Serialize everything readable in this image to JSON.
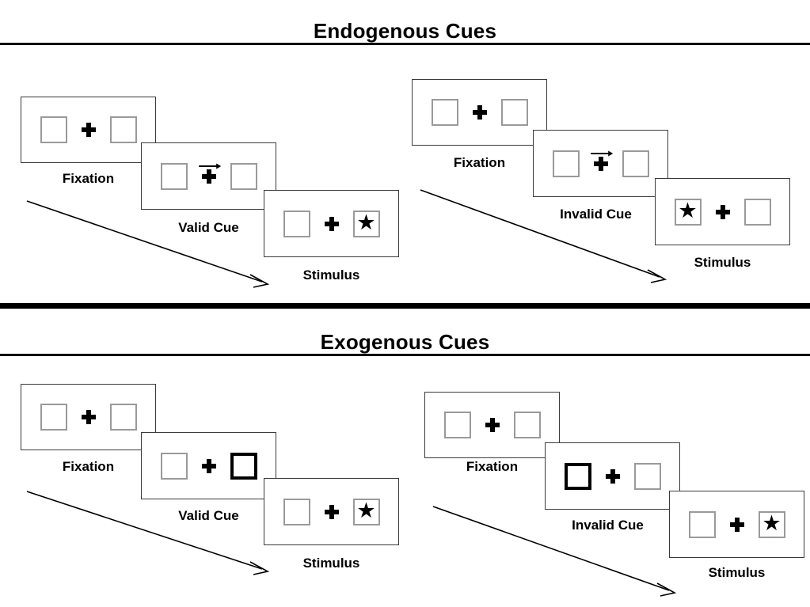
{
  "figure": {
    "title_top": "Endogenous Cues",
    "title_bottom": "Exogenous Cues",
    "star_glyph": "★",
    "colors": {
      "ink": "#000000",
      "frame_border": "#3a3a3a",
      "box_border": "#9a9a9a",
      "cued_box_border": "#000000",
      "background": "#ffffff"
    }
  },
  "sections": [
    {
      "id": "endogenous",
      "title": "Endogenous Cues",
      "cue_type": "arrow",
      "sequences": [
        {
          "id": "endogenous-valid",
          "validity": "valid",
          "panels": [
            {
              "caption": "Fixation",
              "left_box": {
                "cued": false,
                "star": false
              },
              "right_box": {
                "cued": false,
                "star": false
              },
              "arrow_cue": "none"
            },
            {
              "caption": "Valid Cue",
              "left_box": {
                "cued": false,
                "star": false
              },
              "right_box": {
                "cued": false,
                "star": false
              },
              "arrow_cue": "right"
            },
            {
              "caption": "Stimulus",
              "left_box": {
                "cued": false,
                "star": false
              },
              "right_box": {
                "cued": false,
                "star": true
              },
              "arrow_cue": "none"
            }
          ]
        },
        {
          "id": "endogenous-invalid",
          "validity": "invalid",
          "panels": [
            {
              "caption": "Fixation",
              "left_box": {
                "cued": false,
                "star": false
              },
              "right_box": {
                "cued": false,
                "star": false
              },
              "arrow_cue": "none"
            },
            {
              "caption": "Invalid Cue",
              "left_box": {
                "cued": false,
                "star": false
              },
              "right_box": {
                "cued": false,
                "star": false
              },
              "arrow_cue": "right"
            },
            {
              "caption": "Stimulus",
              "left_box": {
                "cued": false,
                "star": true
              },
              "right_box": {
                "cued": false,
                "star": false
              },
              "arrow_cue": "none"
            }
          ]
        }
      ]
    },
    {
      "id": "exogenous",
      "title": "Exogenous Cues",
      "cue_type": "box-highlight",
      "sequences": [
        {
          "id": "exogenous-valid",
          "validity": "valid",
          "panels": [
            {
              "caption": "Fixation",
              "left_box": {
                "cued": false,
                "star": false
              },
              "right_box": {
                "cued": false,
                "star": false
              },
              "arrow_cue": "none"
            },
            {
              "caption": "Valid Cue",
              "left_box": {
                "cued": false,
                "star": false
              },
              "right_box": {
                "cued": true,
                "star": false
              },
              "arrow_cue": "none"
            },
            {
              "caption": "Stimulus",
              "left_box": {
                "cued": false,
                "star": false
              },
              "right_box": {
                "cued": false,
                "star": true
              },
              "arrow_cue": "none"
            }
          ]
        },
        {
          "id": "exogenous-invalid",
          "validity": "invalid",
          "panels": [
            {
              "caption": "Fixation",
              "left_box": {
                "cued": false,
                "star": false
              },
              "right_box": {
                "cued": false,
                "star": false
              },
              "arrow_cue": "none"
            },
            {
              "caption": "Invalid Cue",
              "left_box": {
                "cued": true,
                "star": false
              },
              "right_box": {
                "cued": false,
                "star": false
              },
              "arrow_cue": "none"
            },
            {
              "caption": "Stimulus",
              "left_box": {
                "cued": false,
                "star": false
              },
              "right_box": {
                "cued": false,
                "star": true
              },
              "arrow_cue": "none"
            }
          ]
        }
      ]
    }
  ],
  "time_arrows": [
    {
      "id": "endogenous-valid-time-arrow"
    },
    {
      "id": "endogenous-invalid-time-arrow"
    },
    {
      "id": "exogenous-valid-time-arrow"
    },
    {
      "id": "exogenous-invalid-time-arrow"
    }
  ]
}
